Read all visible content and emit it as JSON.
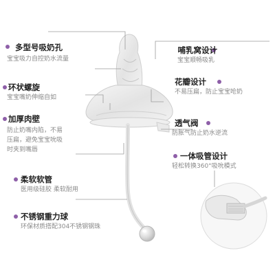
{
  "features": {
    "suction_hole": {
      "title": "多型号吸奶孔",
      "desc": "宝宝吸力自控奶水流量"
    },
    "spiral": {
      "title": "环状螺旋",
      "desc": "宝宝嘴奶伸缩自如"
    },
    "thick_wall": {
      "title": "加厚肉壁",
      "desc_lines": [
        "防止奶嘴内陷，不易",
        "压扁，避免宝宝吮吸",
        "时夹到嘴唇"
      ]
    },
    "soft_tube": {
      "title": "柔软软管",
      "desc": "医用级硅胶 柔软耐用"
    },
    "steel_ball": {
      "title": "不锈钢重力球",
      "desc": "环保材质搭配304不锈钢钢珠"
    },
    "nest_design": {
      "title": "哺乳窝设计",
      "desc": "宝宝顺畅吸乳"
    },
    "petal_design": {
      "title": "花瓣设计",
      "desc": "不易压扁，防止宝宝呛奶"
    },
    "air_valve": {
      "title": "透气阀",
      "desc": "防胀气防止奶水逆流"
    },
    "integrated_tube": {
      "title": "一体吸管设计",
      "desc": "轻松转换360°吸吮模式"
    }
  },
  "colors": {
    "accent_dot": "#8e5fa8",
    "leader_line": "#9a9a9a"
  }
}
